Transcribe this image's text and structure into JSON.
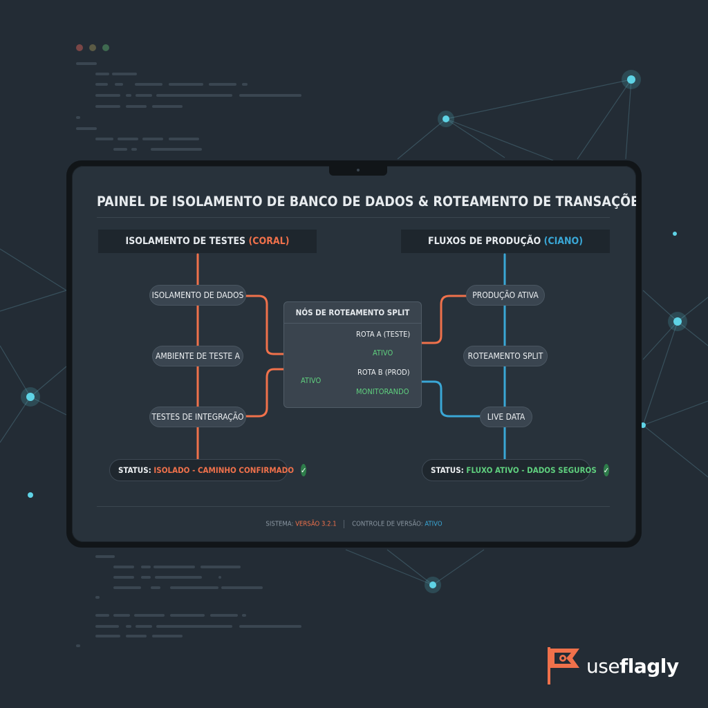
{
  "colors": {
    "coral": "#f0714b",
    "cyan": "#3aa7d6",
    "green": "#5fcf7e",
    "background": "#232c35"
  },
  "panel": {
    "title": "PAINEL DE ISOLAMENTO DE BANCO DE DADOS & ROTEAMENTO DE TRANSAÇÕES",
    "left_column": {
      "title": "ISOLAMENTO DE TESTES",
      "tag": "(CORAL)",
      "nodes": [
        "ISOLAMENTO DE DADOS",
        "AMBIENTE DE TESTE A",
        "TESTES DE INTEGRAÇÃO"
      ],
      "status_label": "STATUS:",
      "status_value": "ISOLADO - CAMINHO CONFIRMADO"
    },
    "right_column": {
      "title": "FLUXOS DE PRODUÇÃO",
      "tag": "(CIANO)",
      "nodes": [
        "PRODUÇÃO ATIVA",
        "ROTEAMENTO SPLIT",
        "LIVE DATA"
      ],
      "status_label": "STATUS:",
      "status_value": "FLUXO ATIVO - DADOS SEGUROS"
    },
    "router": {
      "title": "NÓS DE ROTEAMENTO SPLIT",
      "route_a": "ROTA A (TESTE)",
      "route_a_status": "ATIVO",
      "route_b": "ROTA B (PROD)",
      "route_b_status": "MONITORANDO",
      "merge_status": "ATIVO"
    },
    "footer": {
      "system_label": "SISTEMA:",
      "system_value": "VERSÃO 3.2.1",
      "vc_label": "CONTROLE DE VERSÃO:",
      "vc_value": "ATIVO"
    }
  },
  "brand": {
    "name_light": "use",
    "name_bold": "flagly",
    "icon": "flag-logo-icon"
  }
}
